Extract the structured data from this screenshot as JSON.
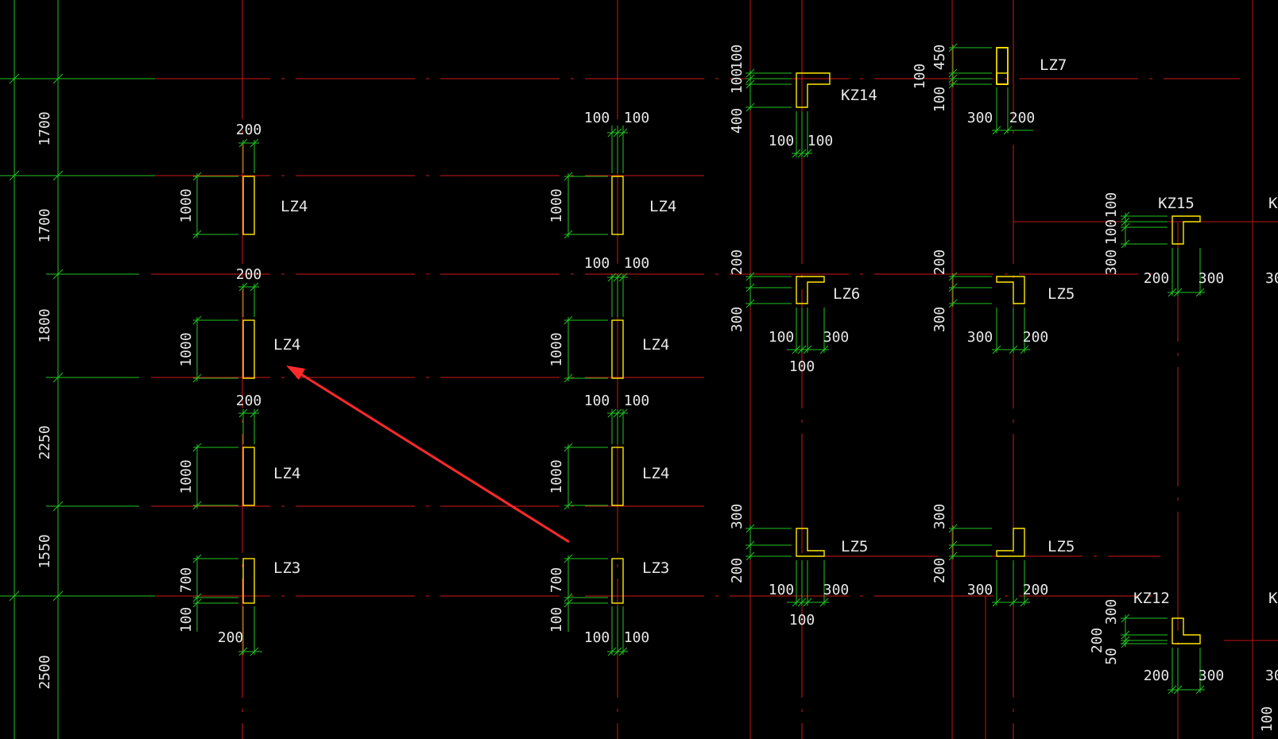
{
  "drawing": {
    "axis_color": "#d01818",
    "dimension_color": "#22c322",
    "column_color": "#ffe800",
    "text_color": "#e8e8e8",
    "annotation_arrow_color": "#ff2a2a",
    "left_dimension_chain": [
      {
        "id": "d1",
        "text": "1700"
      },
      {
        "id": "d2",
        "text": "1700"
      },
      {
        "id": "d3",
        "text": "1800"
      },
      {
        "id": "d4",
        "text": "2250"
      },
      {
        "id": "d5",
        "text": "1550"
      },
      {
        "id": "d6",
        "text": "2500"
      }
    ],
    "columns": {
      "lz4_a": {
        "label": "LZ4",
        "dim_h": "1000",
        "dim_w": "200"
      },
      "lz4_b": {
        "label": "LZ4",
        "dim_h": "1000",
        "dim_w": "200"
      },
      "lz4_c": {
        "label": "LZ4",
        "dim_h": "1000",
        "dim_w": "200"
      },
      "lz3_a": {
        "label": "LZ3",
        "dim_h": "700",
        "dim_off": "100",
        "dim_w": "200"
      },
      "lz4_d": {
        "label": "LZ4",
        "dim_h": "1000",
        "dim_w1": "100",
        "dim_w2": "100"
      },
      "lz4_e": {
        "label": "LZ4",
        "dim_h": "1000",
        "dim_w1": "100",
        "dim_w2": "100"
      },
      "lz4_f": {
        "label": "LZ4",
        "dim_h": "1000",
        "dim_w1": "100",
        "dim_w2": "100"
      },
      "lz3_b": {
        "label": "LZ3",
        "dim_h": "700",
        "dim_off": "100",
        "dim_w1": "100",
        "dim_w2": "100"
      },
      "kz14": {
        "label": "KZ14",
        "dim_v1": "100",
        "dim_v2": "100",
        "dim_v3": "400",
        "dim_w1": "100",
        "dim_w2": "100"
      },
      "lz7": {
        "label": "LZ7",
        "dim_v1": "450",
        "dim_v2": "100",
        "dim_v3": "100",
        "dim_w1": "300",
        "dim_w2": "200"
      },
      "lz6": {
        "label": "LZ6",
        "dim_v1": "200",
        "dim_v2": "300",
        "dim_w1": "100",
        "dim_w2": "300",
        "dim_w3": "100"
      },
      "lz5_a": {
        "label": "LZ5",
        "dim_v1": "200",
        "dim_v2": "300",
        "dim_w1": "300",
        "dim_w2": "200"
      },
      "lz5_b": {
        "label": "LZ5",
        "dim_v1": "300",
        "dim_v2": "200",
        "dim_w1": "100",
        "dim_w2": "300",
        "dim_w3": "100"
      },
      "lz5_c": {
        "label": "LZ5",
        "dim_v1": "300",
        "dim_v2": "200",
        "dim_w1": "300",
        "dim_w2": "200"
      },
      "kz15": {
        "label": "KZ15",
        "dim_v1": "100",
        "dim_v2": "100",
        "dim_v3": "300",
        "dim_w1": "200",
        "dim_w2": "300"
      },
      "kz12": {
        "label": "KZ12",
        "dim_v1": "300",
        "dim_v2": "200",
        "dim_v3": "50",
        "dim_w1": "200",
        "dim_w2": "300"
      }
    },
    "edge_texts": {
      "right_top": "K",
      "right_dim_1": "30",
      "right_dim_2": "30",
      "right_bottom": "K",
      "right_bottom_dim": "30",
      "right_bottom_v": "100"
    }
  }
}
